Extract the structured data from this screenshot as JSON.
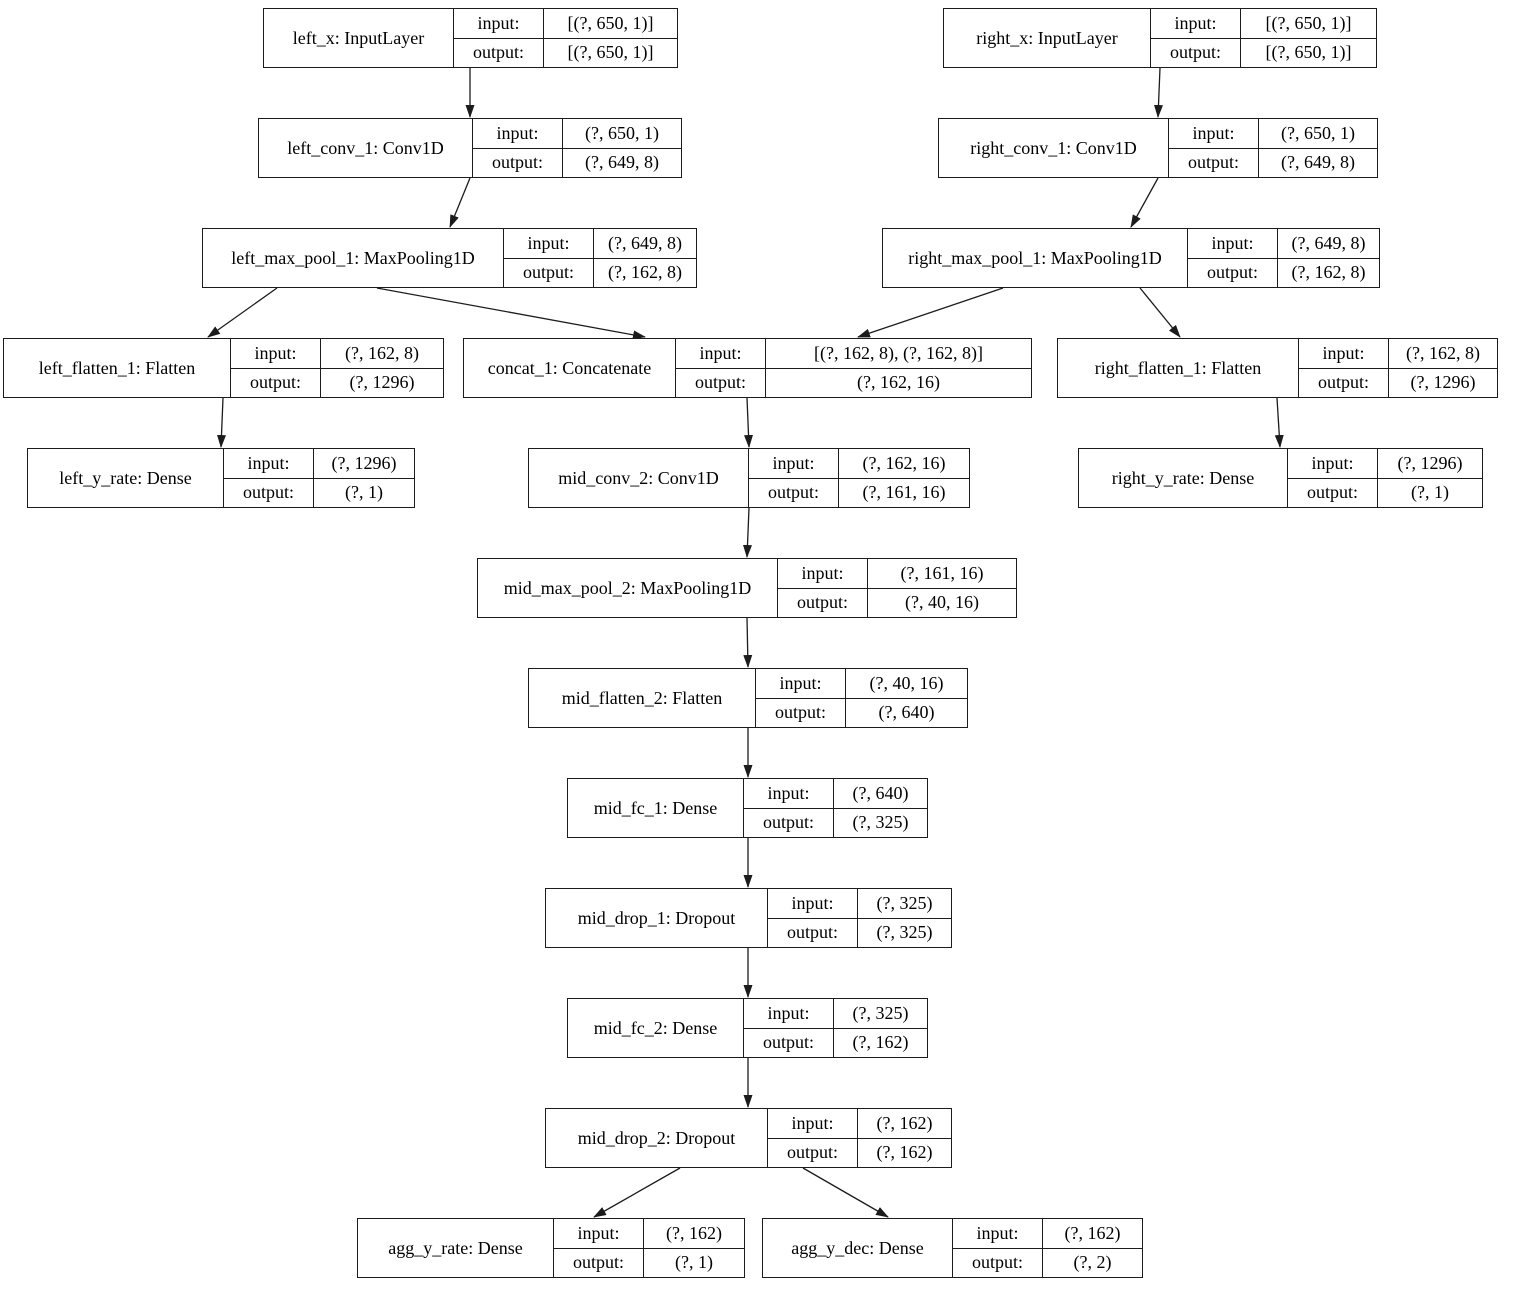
{
  "labels": {
    "input": "input:",
    "output": "output:"
  },
  "nodes": {
    "left_x": {
      "label": "left_x: InputLayer",
      "input": "[(?, 650, 1)]",
      "output": "[(?, 650, 1)]"
    },
    "left_conv_1": {
      "label": "left_conv_1: Conv1D",
      "input": "(?, 650, 1)",
      "output": "(?, 649, 8)"
    },
    "left_max_pool_1": {
      "label": "left_max_pool_1: MaxPooling1D",
      "input": "(?, 649, 8)",
      "output": "(?, 162, 8)"
    },
    "left_flatten_1": {
      "label": "left_flatten_1: Flatten",
      "input": "(?, 162, 8)",
      "output": "(?, 1296)"
    },
    "left_y_rate": {
      "label": "left_y_rate: Dense",
      "input": "(?, 1296)",
      "output": "(?, 1)"
    },
    "right_x": {
      "label": "right_x: InputLayer",
      "input": "[(?, 650, 1)]",
      "output": "[(?, 650, 1)]"
    },
    "right_conv_1": {
      "label": "right_conv_1: Conv1D",
      "input": "(?, 650, 1)",
      "output": "(?, 649, 8)"
    },
    "right_max_pool_1": {
      "label": "right_max_pool_1: MaxPooling1D",
      "input": "(?, 649, 8)",
      "output": "(?, 162, 8)"
    },
    "right_flatten_1": {
      "label": "right_flatten_1: Flatten",
      "input": "(?, 162, 8)",
      "output": "(?, 1296)"
    },
    "right_y_rate": {
      "label": "right_y_rate: Dense",
      "input": "(?, 1296)",
      "output": "(?, 1)"
    },
    "concat_1": {
      "label": "concat_1: Concatenate",
      "input": "[(?, 162, 8), (?, 162, 8)]",
      "output": "(?, 162, 16)"
    },
    "mid_conv_2": {
      "label": "mid_conv_2: Conv1D",
      "input": "(?, 162, 16)",
      "output": "(?, 161, 16)"
    },
    "mid_max_pool_2": {
      "label": "mid_max_pool_2: MaxPooling1D",
      "input": "(?, 161, 16)",
      "output": "(?, 40, 16)"
    },
    "mid_flatten_2": {
      "label": "mid_flatten_2: Flatten",
      "input": "(?, 40, 16)",
      "output": "(?, 640)"
    },
    "mid_fc_1": {
      "label": "mid_fc_1: Dense",
      "input": "(?, 640)",
      "output": "(?, 325)"
    },
    "mid_drop_1": {
      "label": "mid_drop_1: Dropout",
      "input": "(?, 325)",
      "output": "(?, 325)"
    },
    "mid_fc_2": {
      "label": "mid_fc_2: Dense",
      "input": "(?, 325)",
      "output": "(?, 162)"
    },
    "mid_drop_2": {
      "label": "mid_drop_2: Dropout",
      "input": "(?, 162)",
      "output": "(?, 162)"
    },
    "agg_y_rate": {
      "label": "agg_y_rate: Dense",
      "input": "(?, 162)",
      "output": "(?, 1)"
    },
    "agg_y_dec": {
      "label": "agg_y_dec: Dense",
      "input": "(?, 162)",
      "output": "(?, 2)"
    }
  },
  "edges": [
    {
      "from": "left_x",
      "to": "left_conv_1"
    },
    {
      "from": "left_conv_1",
      "to": "left_max_pool_1"
    },
    {
      "from": "left_max_pool_1",
      "to": "left_flatten_1"
    },
    {
      "from": "left_max_pool_1",
      "to": "concat_1"
    },
    {
      "from": "left_flatten_1",
      "to": "left_y_rate"
    },
    {
      "from": "right_x",
      "to": "right_conv_1"
    },
    {
      "from": "right_conv_1",
      "to": "right_max_pool_1"
    },
    {
      "from": "right_max_pool_1",
      "to": "concat_1"
    },
    {
      "from": "right_max_pool_1",
      "to": "right_flatten_1"
    },
    {
      "from": "right_flatten_1",
      "to": "right_y_rate"
    },
    {
      "from": "concat_1",
      "to": "mid_conv_2"
    },
    {
      "from": "mid_conv_2",
      "to": "mid_max_pool_2"
    },
    {
      "from": "mid_max_pool_2",
      "to": "mid_flatten_2"
    },
    {
      "from": "mid_flatten_2",
      "to": "mid_fc_1"
    },
    {
      "from": "mid_fc_1",
      "to": "mid_drop_1"
    },
    {
      "from": "mid_drop_1",
      "to": "mid_fc_2"
    },
    {
      "from": "mid_fc_2",
      "to": "mid_drop_2"
    },
    {
      "from": "mid_drop_2",
      "to": "agg_y_rate"
    },
    {
      "from": "mid_drop_2",
      "to": "agg_y_dec"
    }
  ],
  "edge_color": "#1c1c1c",
  "node_border_color": "#1c1c1c",
  "background_color": "#ffffff"
}
